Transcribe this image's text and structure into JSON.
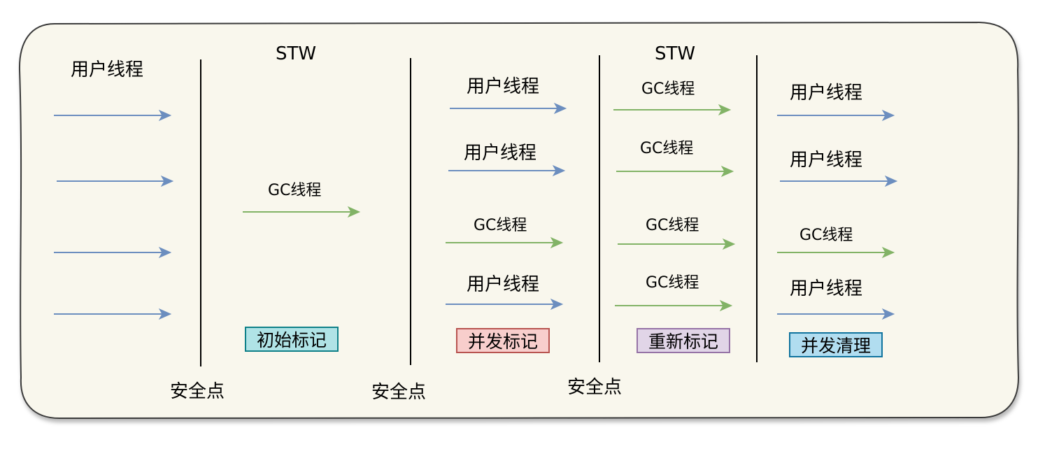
{
  "colors": {
    "panel_fill": "#f9f7ed",
    "panel_stroke": "#3a3a3a",
    "user_thread_arrow": "#6c8ebf",
    "gc_thread_arrow": "#82b366",
    "initial_mark_fill": "#b0e3e6",
    "initial_mark_stroke": "#0e8088",
    "concurrent_mark_fill": "#f8cecc",
    "concurrent_mark_stroke": "#b85450",
    "remark_fill": "#e1d5e7",
    "remark_stroke": "#9673a6",
    "concurrent_sweep_fill": "#b1ddf0",
    "concurrent_sweep_stroke": "#10739e"
  },
  "stage1": {
    "title": "用户线程"
  },
  "stage2": {
    "title": "STW",
    "gc_label": "GC线程",
    "phase": "初始标记"
  },
  "stage3": {
    "labels": [
      "用户线程",
      "用户线程",
      "GC线程",
      "用户线程"
    ],
    "phase": "并发标记"
  },
  "stage4": {
    "title": "STW",
    "labels": [
      "GC线程",
      "GC线程",
      "GC线程",
      "GC线程"
    ],
    "phase": "重新标记"
  },
  "stage5": {
    "labels": [
      "用户线程",
      "用户线程",
      "GC线程",
      "用户线程"
    ],
    "phase": "并发清理"
  },
  "safepoints": [
    "安全点",
    "安全点",
    "安全点"
  ]
}
